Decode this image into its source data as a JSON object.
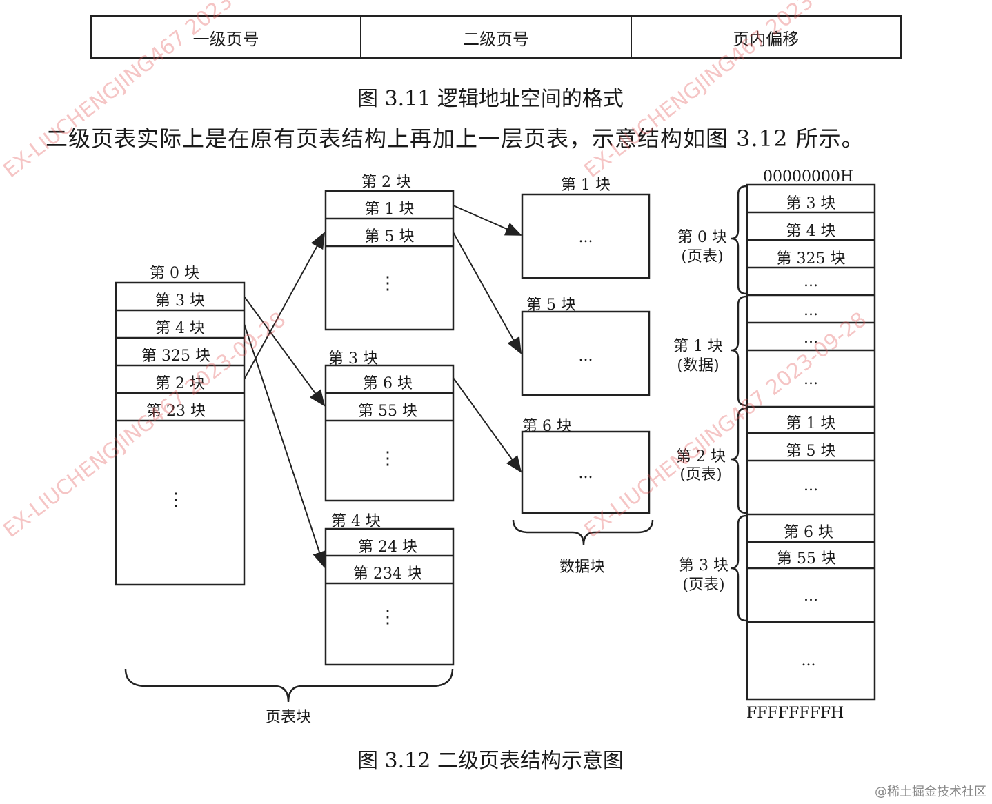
{
  "format_table": {
    "cells": [
      "一级页号",
      "二级页号",
      "页内偏移"
    ]
  },
  "captions": {
    "fig311": "图 3.11    逻辑地址空间的格式",
    "fig312": "图 3.12    二级页表结构示意图"
  },
  "body_text": "二级页表实际上是在原有页表结构上再加上一层页表，示意结构如图 3.12 所示。",
  "outer_table": {
    "title": "第 0 块",
    "rows": [
      "第 3 块",
      "第 4 块",
      "第 325 块",
      "第 2 块",
      "第 23 块"
    ],
    "ellipsis": "⋮"
  },
  "page_tables": [
    {
      "title": "第 2 块",
      "rows": [
        "第 1 块",
        "第 5 块"
      ],
      "ellipsis": "⋮"
    },
    {
      "title": "第 3 块",
      "rows": [
        "第 6 块",
        "第 55 块"
      ],
      "ellipsis": "⋮"
    },
    {
      "title": "第 4 块",
      "rows": [
        "第 24 块",
        "第 234 块"
      ],
      "ellipsis": "⋮"
    }
  ],
  "page_tables_label": "页表块",
  "data_blocks": [
    {
      "title": "第 1 块",
      "content": "..."
    },
    {
      "title": "第 5 块",
      "content": "..."
    },
    {
      "title": "第 6 块",
      "content": "..."
    }
  ],
  "data_blocks_label": "数据块",
  "memory_map": {
    "start_address": "00000000H",
    "end_address": "FFFFFFFFH",
    "groups": [
      {
        "label_line1": "第 0 块",
        "label_line2": "(页表)"
      },
      {
        "label_line1": "第 1 块",
        "label_line2": "(数据)"
      },
      {
        "label_line1": "第 2 块",
        "label_line2": "(页表)"
      },
      {
        "label_line1": "第 3 块",
        "label_line2": "(页表)"
      }
    ],
    "cells": [
      "第 3 块",
      "第 4 块",
      "第 325 块",
      "...",
      "...",
      "...",
      "...",
      "第 1 块",
      "第 5 块",
      "...",
      "第 6 块",
      "第 55 块",
      "...",
      "..."
    ]
  },
  "watermark_text": "EX-LIUCHENGJING467 2023-09-28",
  "credit": "@稀土掘金技术社区"
}
